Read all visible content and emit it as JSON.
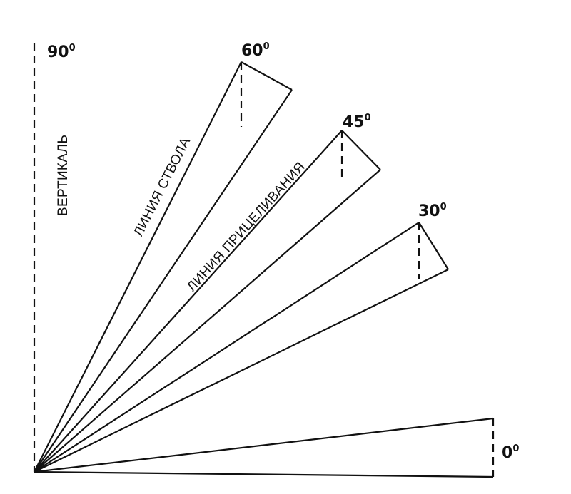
{
  "labels": {
    "vertical": "ВЕРТИКАЛЬ",
    "bore_line": "ЛИНИЯ СТВОЛА",
    "sight_line": "ЛИНИЯ ПРИЦЕЛИВАНИЯ"
  },
  "angles": [
    {
      "value": "90",
      "unit": "0"
    },
    {
      "value": "60",
      "unit": "0"
    },
    {
      "value": "45",
      "unit": "0"
    },
    {
      "value": "30",
      "unit": "0"
    },
    {
      "value": "0",
      "unit": "0"
    }
  ]
}
